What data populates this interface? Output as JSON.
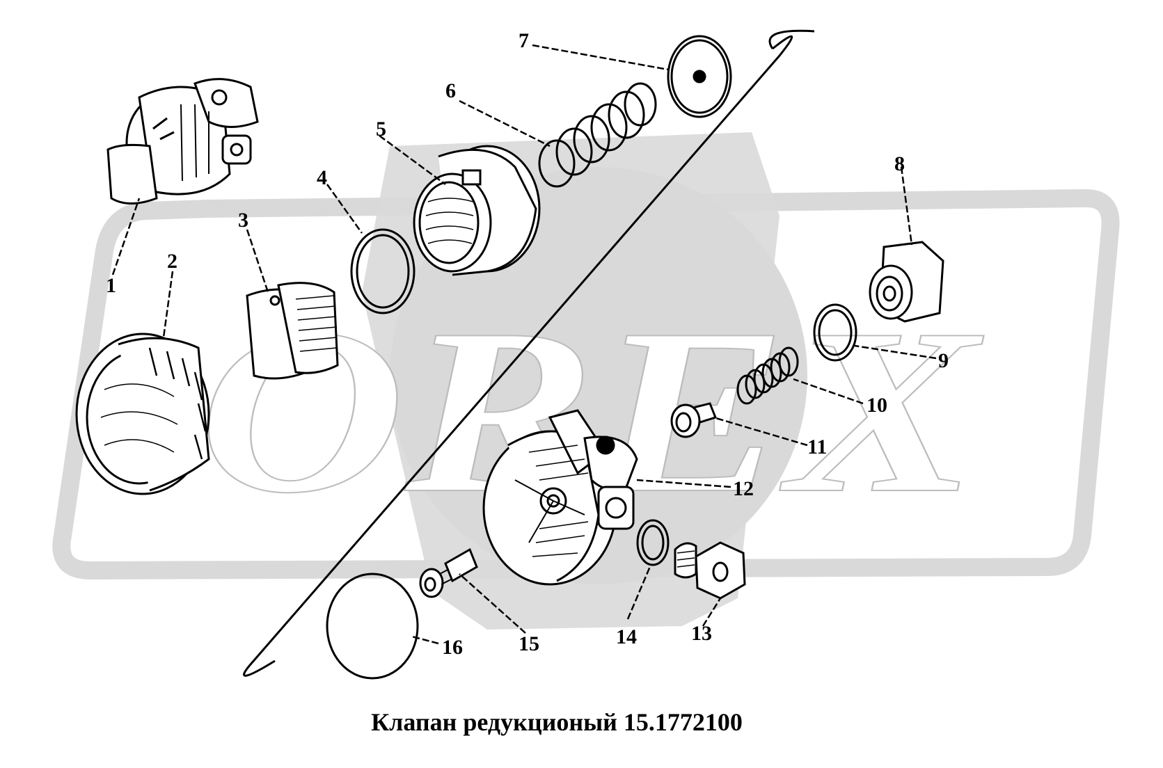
{
  "title": "Клапан редукционый 15.1772100",
  "watermark": "OREX",
  "colors": {
    "line": "#000000",
    "watermark": "#d9d9d9",
    "background": "#ffffff"
  },
  "callouts": [
    {
      "id": "1",
      "label": "1"
    },
    {
      "id": "2",
      "label": "2"
    },
    {
      "id": "3",
      "label": "3"
    },
    {
      "id": "4",
      "label": "4"
    },
    {
      "id": "5",
      "label": "5"
    },
    {
      "id": "6",
      "label": "6"
    },
    {
      "id": "7",
      "label": "7"
    },
    {
      "id": "8",
      "label": "8"
    },
    {
      "id": "9",
      "label": "9"
    },
    {
      "id": "10",
      "label": "10"
    },
    {
      "id": "11",
      "label": "11"
    },
    {
      "id": "12",
      "label": "12"
    },
    {
      "id": "13",
      "label": "13"
    },
    {
      "id": "14",
      "label": "14"
    },
    {
      "id": "15",
      "label": "15"
    },
    {
      "id": "16",
      "label": "16"
    }
  ]
}
